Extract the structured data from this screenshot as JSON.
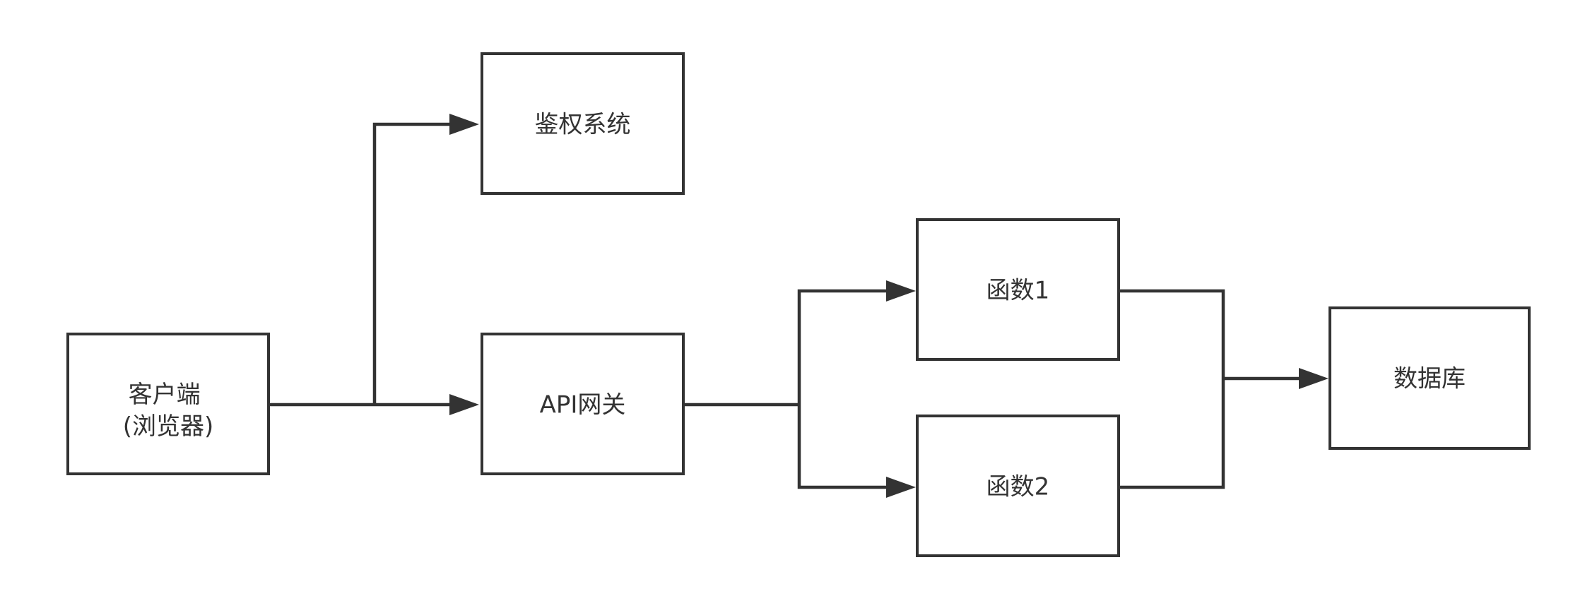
{
  "diagram": {
    "colors": {
      "stroke": "#333333",
      "text": "#333333",
      "box_fill": "#ffffff",
      "background": "#ffffff"
    },
    "nodes": {
      "client": {
        "lines": [
          "客户端",
          "(浏览器)"
        ]
      },
      "auth": {
        "label": "鉴权系统"
      },
      "gateway": {
        "label": "API网关"
      },
      "func1": {
        "label": "函数1"
      },
      "func2": {
        "label": "函数2"
      },
      "database": {
        "label": "数据库"
      }
    }
  }
}
